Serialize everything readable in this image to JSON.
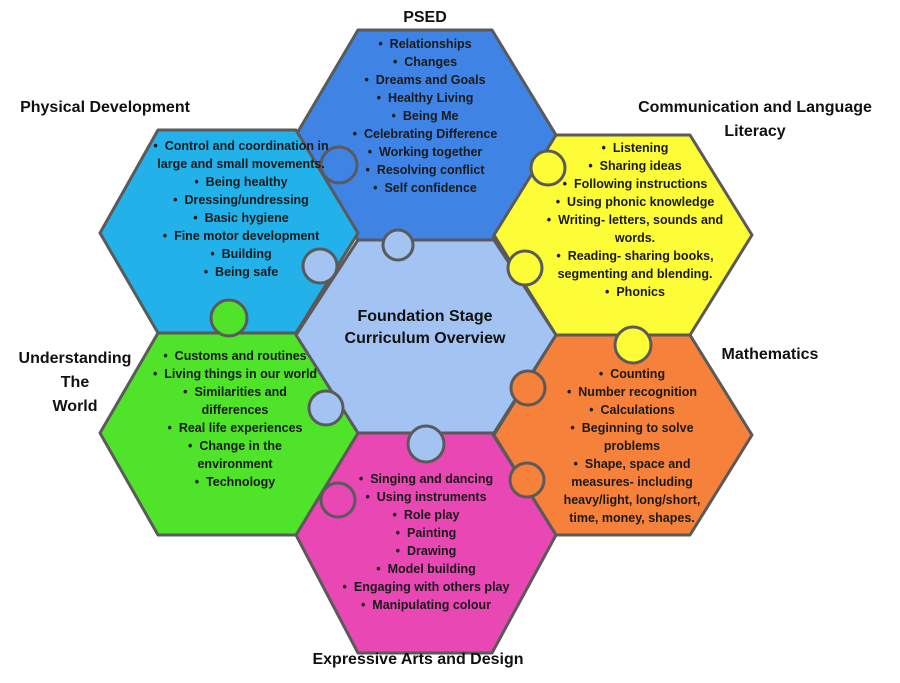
{
  "center": {
    "line1": "Foundation Stage",
    "line2": "Curriculum Overview"
  },
  "colors": {
    "psed": "#3f84e5",
    "communication": "#fdfd37",
    "mathematics": "#f6813a",
    "expressive": "#e947b3",
    "world": "#4fe32a",
    "physical": "#22b1e8",
    "center": "#a3c3f2",
    "outline": "#5a5a5a"
  },
  "areas": {
    "psed": {
      "title": "PSED",
      "items": [
        "Relationships",
        "Changes",
        "Dreams and Goals",
        "Healthy Living",
        "Being Me",
        "Celebrating Difference",
        "Working together",
        "Resolving conflict",
        "Self confidence"
      ]
    },
    "communication": {
      "title_line1": "Communication and Language",
      "title_line2": "Literacy",
      "items": [
        "Listening",
        "Sharing ideas",
        "Following instructions",
        "Using phonic knowledge",
        "Writing- letters, sounds and words.",
        "Reading- sharing books, segmenting and blending.",
        "Phonics"
      ]
    },
    "mathematics": {
      "title": "Mathematics",
      "items": [
        "Counting",
        "Number recognition",
        "Calculations",
        "Beginning to solve problems",
        "Shape, space and measures- including heavy/light, long/short, time, money, shapes."
      ]
    },
    "expressive": {
      "title": "Expressive Arts and Design",
      "items": [
        "Singing and dancing",
        "Using instruments",
        "Role play",
        "Painting",
        "Drawing",
        "Model building",
        "Engaging with others play",
        "Manipulating colour"
      ]
    },
    "world": {
      "title_line1": "Understanding",
      "title_line2": "The",
      "title_line3": "World",
      "items": [
        "Customs and routines",
        "Living things in our world",
        "Similarities and differences",
        "Real life experiences",
        "Change in the environment",
        "Technology"
      ]
    },
    "physical": {
      "title": "Physical Development",
      "items": [
        "Control and coordination in large and small movements.",
        "Being healthy",
        "Dressing/undressing",
        "Basic hygiene",
        "Fine motor development",
        "Building",
        "Being safe"
      ]
    }
  }
}
